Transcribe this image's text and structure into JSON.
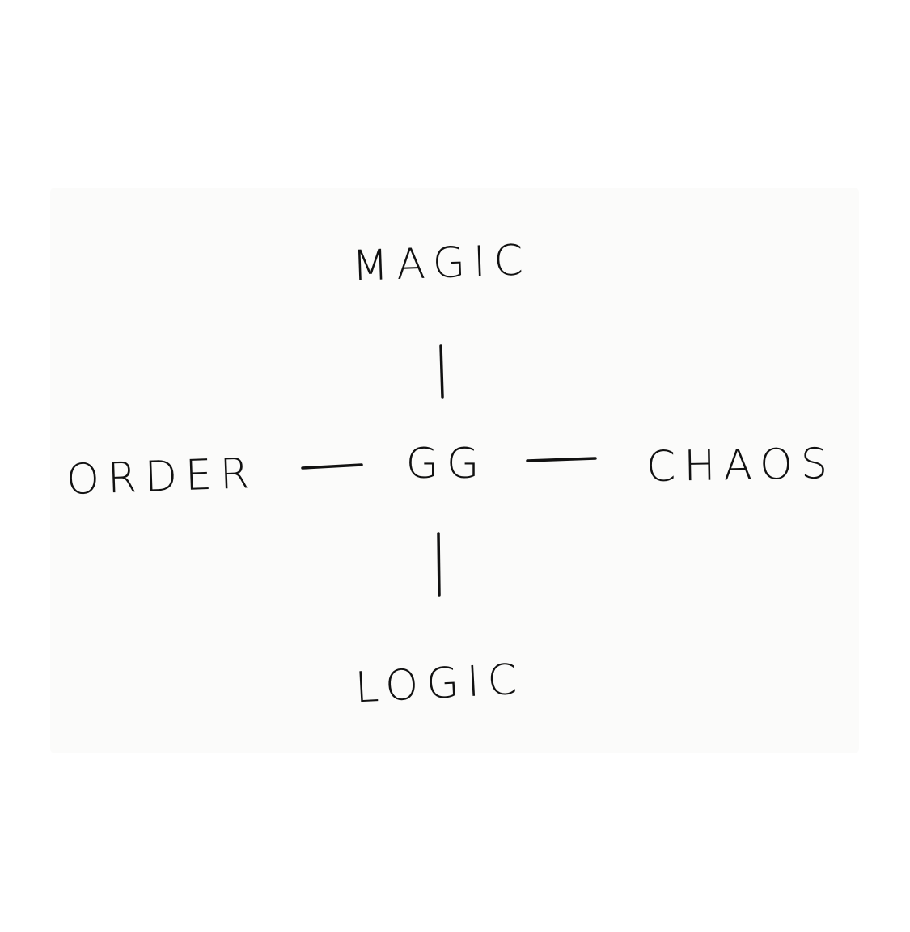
{
  "diagram": {
    "center": "GG",
    "top": "MAGIC",
    "bottom": "LOGIC",
    "left": "ORDER",
    "right": "CHAOS",
    "ink_color": "#111111",
    "paper_color": "#fbfbfa"
  }
}
